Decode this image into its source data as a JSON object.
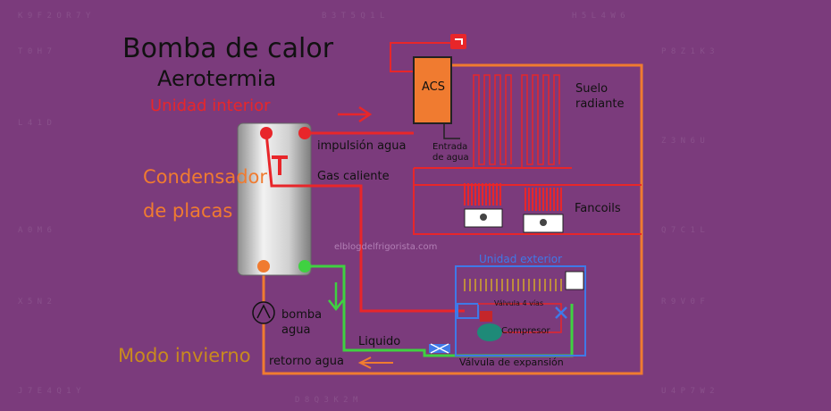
{
  "title": "Bomba de calor",
  "subtitle": "Aerotermia",
  "section": "Unidad interior",
  "condenser": {
    "line1": "Condensador",
    "line2": "de placas"
  },
  "mode": "Modo invierno",
  "watermark": "elblogdelfrigorista.com",
  "labels": {
    "impulsion": "impulsión agua",
    "gas": "Gas caliente",
    "acs": "ACS",
    "entrada1": "Entrada",
    "entrada2": "de agua",
    "suelo1": "Suelo",
    "suelo2": "radiante",
    "fancoils": "Fancoils",
    "bomba1": "bomba",
    "bomba2": "agua",
    "liquido": "Liquido",
    "retorno": "retorno agua",
    "unidad_exterior": "Unidad exterior",
    "valvula4": "Válvula 4 vías",
    "compresor": "Compresor",
    "valvula_exp": "Válvula de expansión"
  },
  "colors": {
    "background": "#7b3b7c",
    "hot_gas": "#e8262a",
    "liquid": "#3fd141",
    "water": "#f07b30",
    "exterior": "#3f79e8"
  }
}
